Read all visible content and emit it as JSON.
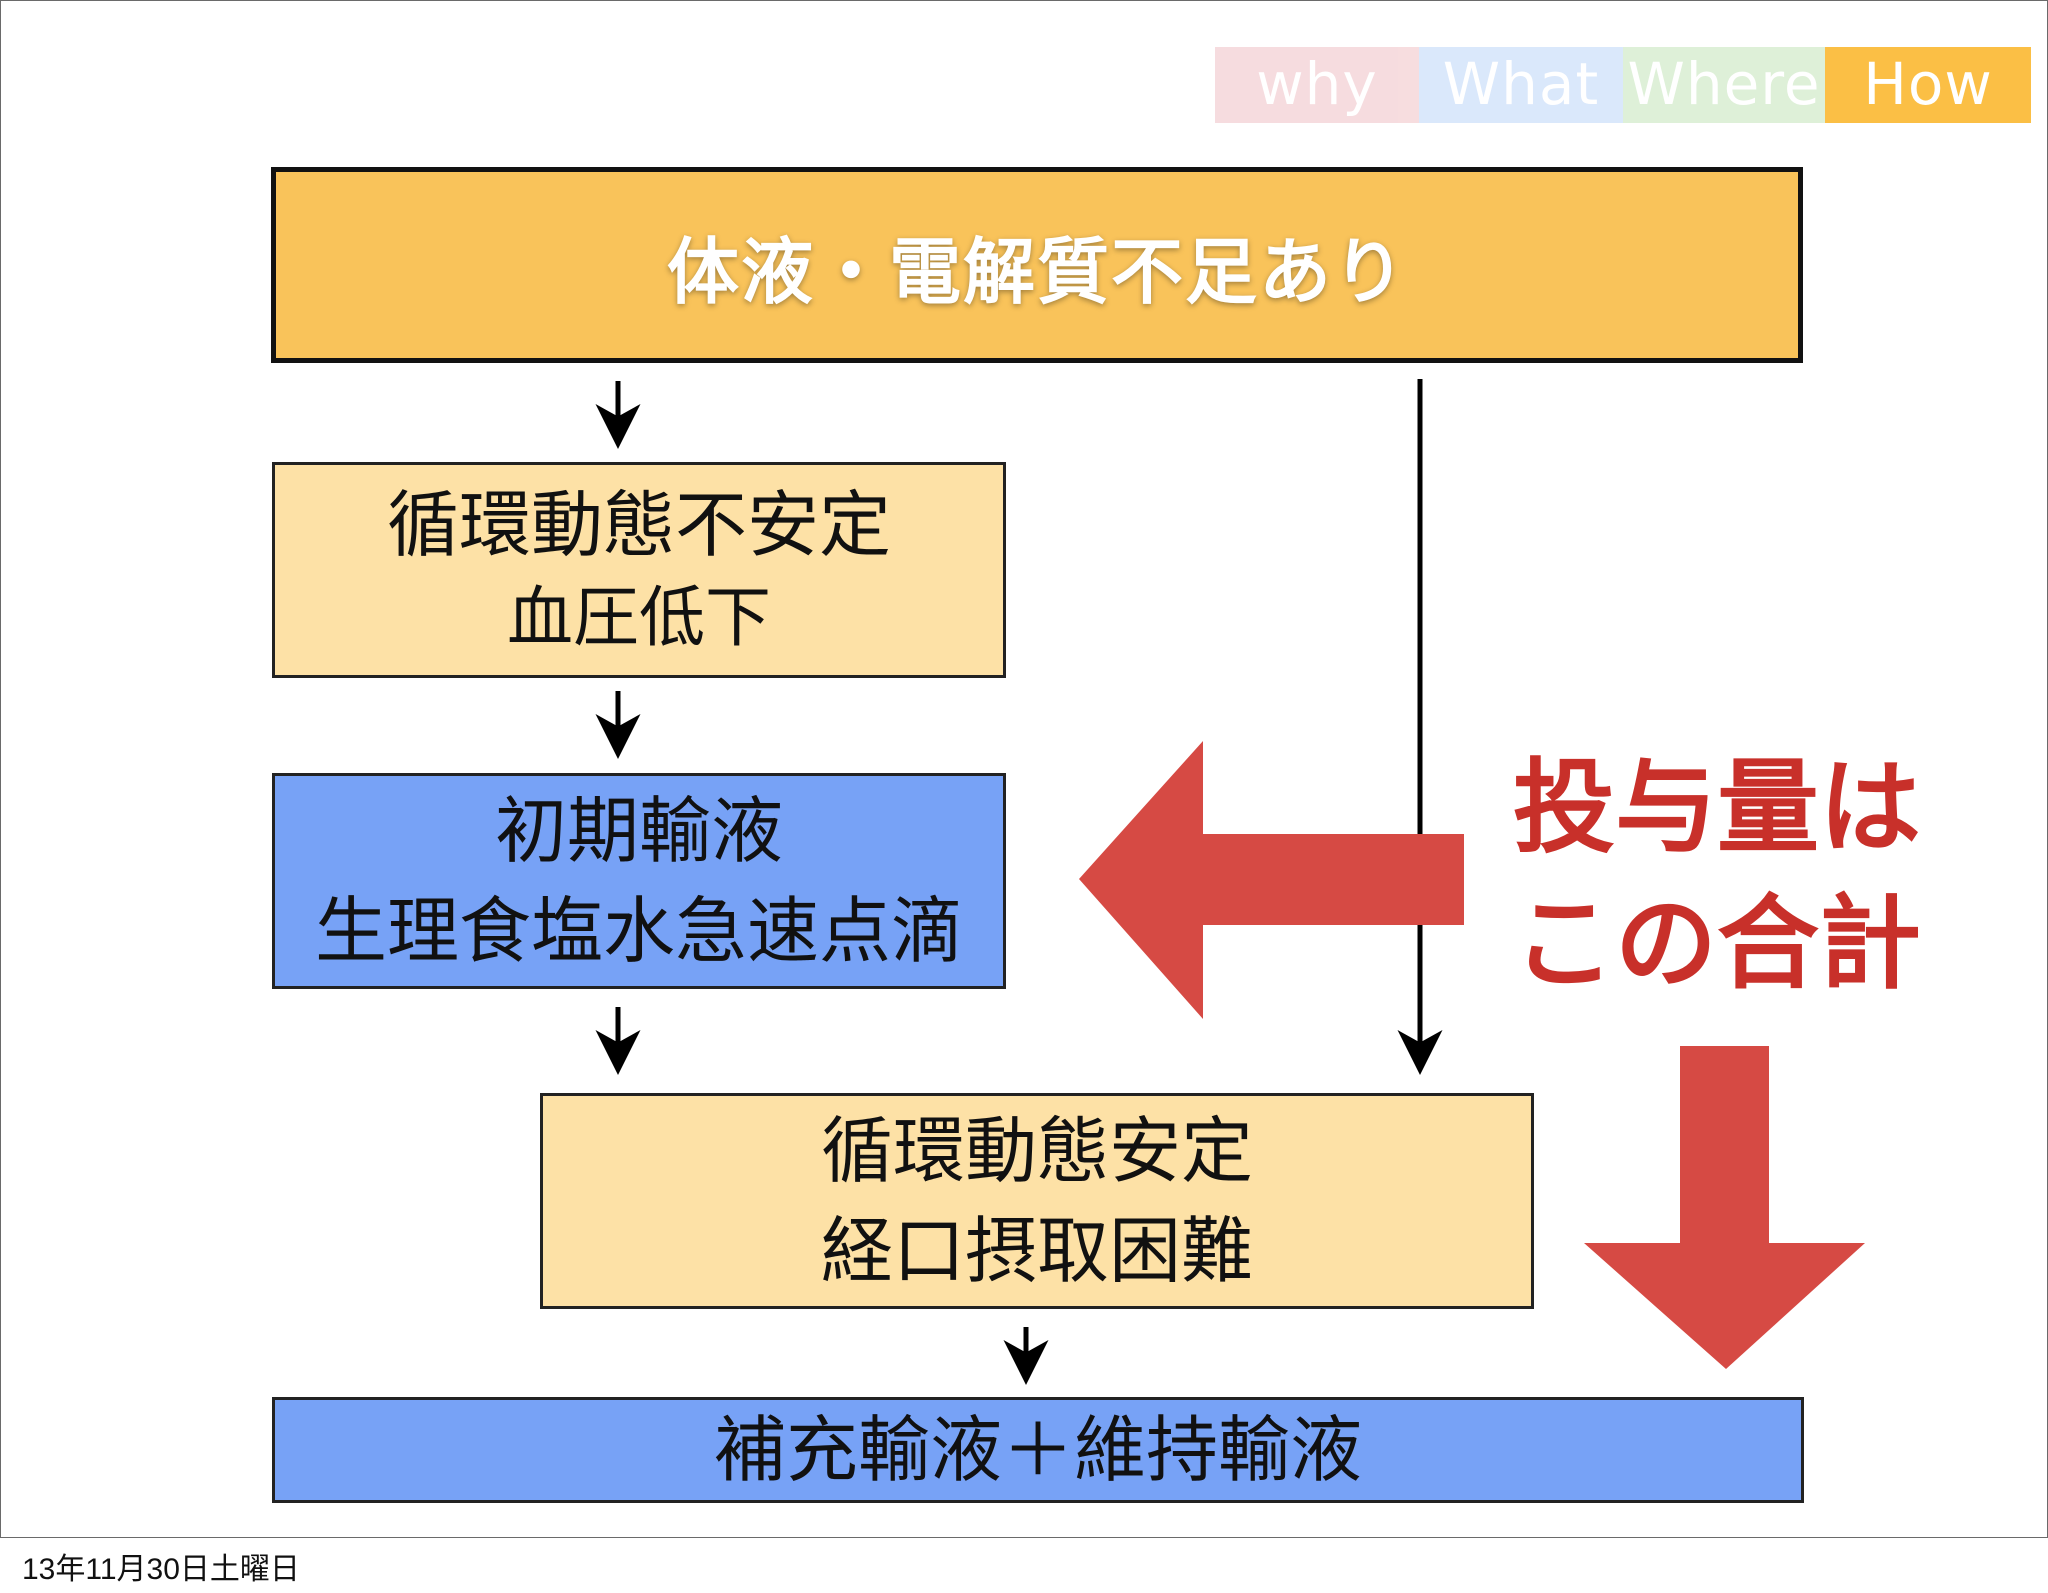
{
  "nav_tabs": {
    "why": "why",
    "what": "What",
    "where": "Where",
    "how": "How"
  },
  "flow": {
    "top": "体液・電解質不足あり",
    "unstable": {
      "line1": "循環動態不安定",
      "line2": "血圧低下"
    },
    "initial": {
      "line1": "初期輸液",
      "line2": "生理食塩水急速点滴"
    },
    "stable": {
      "line1": "循環動態安定",
      "line2": "経口摂取困難"
    },
    "final": "補充輸液＋維持輸液"
  },
  "callout": {
    "line1": "投与量は",
    "line2": "この合計"
  },
  "footer": {
    "date": "13年11月30日土曜日"
  },
  "colors": {
    "top_box": "#f9c35a",
    "light_box": "#fde1a6",
    "blue_box": "#77a2f6",
    "red_arrow": "#d64a44",
    "callout_text": "#c8302a",
    "active_tab": "#fbbf45"
  }
}
